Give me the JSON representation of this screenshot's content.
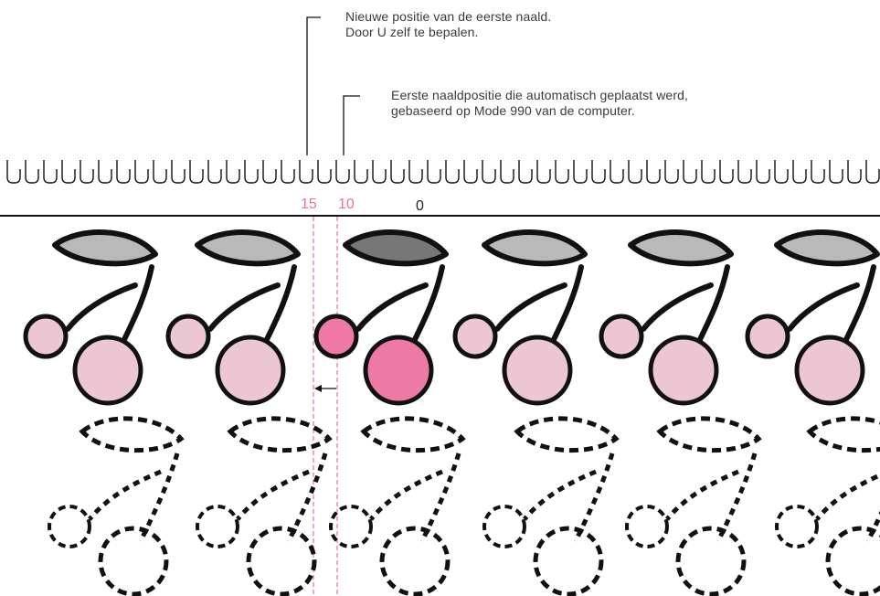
{
  "annotations": {
    "new_position_line1": "Nieuwe positie van de eerste naald.",
    "new_position_line2": "Door U zelf te bepalen.",
    "auto_position_line1": "Eerste naaldpositie die automatisch geplaatst werd,",
    "auto_position_line2": "gebaseerd op Mode 990 van de computer."
  },
  "needle_scale": {
    "label_new": "15",
    "label_auto": "10",
    "label_zero": "0"
  },
  "colors": {
    "accent_pink": "#e8749a",
    "guide_pink": "#ee7a9a",
    "cherry_light": "#ecc6d2",
    "cherry_highlight": "#ec7aa4",
    "leaf_light": "#b9b9b9",
    "leaf_dark": "#777777",
    "ink": "#111111",
    "text": "#3a3a3a"
  },
  "icons": {
    "needle": "needle-hook-icon",
    "shift_arrow": "arrow-left-icon",
    "solid_cherry": "cherry-motif-icon",
    "dashed_cherry": "cherry-outline-icon"
  }
}
